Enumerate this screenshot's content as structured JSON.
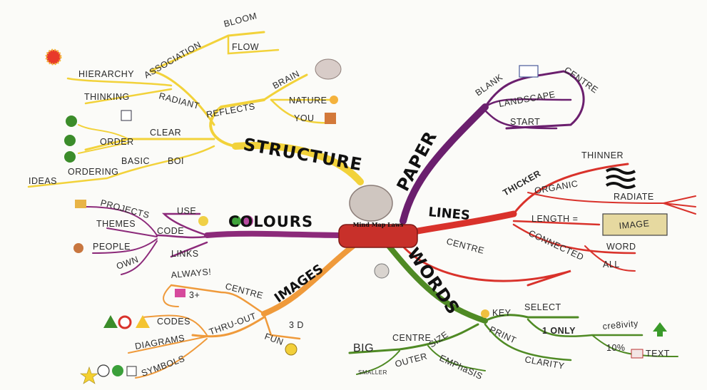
{
  "center": {
    "title": "Mind Map Laws"
  },
  "branches": {
    "structure": {
      "title": "STRUCTURE",
      "color": "#f2d23a",
      "labels": [
        "BLOOM",
        "FLOW",
        "ASSOCIATION",
        "HIERARCHY",
        "THINKING",
        "RADIANT",
        "BRAIN",
        "NATURE",
        "YOU",
        "REFLECTS",
        "CLEAR",
        "ORDER",
        "BASIC",
        "BOI",
        "ORDERING",
        "IDEAS"
      ]
    },
    "paper": {
      "title": "PAPER",
      "color": "#6b1f6e",
      "labels": [
        "BLANK",
        "CENTRE",
        "LANDSCAPE",
        "START"
      ]
    },
    "lines": {
      "title": "LINES",
      "color": "#d9322b",
      "labels": [
        "THICKER",
        "THINNER",
        "ORGANIC",
        "RADIATE",
        "LENGTH =",
        "IMAGE",
        "CONNECTED",
        "WORD",
        "ALL",
        "CENTRE"
      ]
    },
    "colours": {
      "title": "COLOURS",
      "color": "#8c2a7a",
      "labels": [
        "USE",
        "PROJECTS",
        "THEMES",
        "CODE",
        "PEOPLE",
        "OWN",
        "LINKS"
      ]
    },
    "images": {
      "title": "IMAGES",
      "color": "#ef9a3b",
      "labels": [
        "ALWAYS!",
        "CENTRE",
        "3+",
        "CODES",
        "THRU-OUT",
        "DIAGRAMS",
        "SYMBOLS",
        "FUN",
        "3 D"
      ]
    },
    "words": {
      "title": "WORDS",
      "color": "#4f8a24",
      "labels": [
        "KEY",
        "SELECT",
        "1 ONLY",
        "cre8ivity",
        "10%",
        "TEXT",
        "PRINT",
        "CLARITY",
        "SIZE",
        "CENTRE",
        "BIG",
        "OUTER",
        "SMALLER",
        "EMPhaSIS"
      ]
    }
  }
}
